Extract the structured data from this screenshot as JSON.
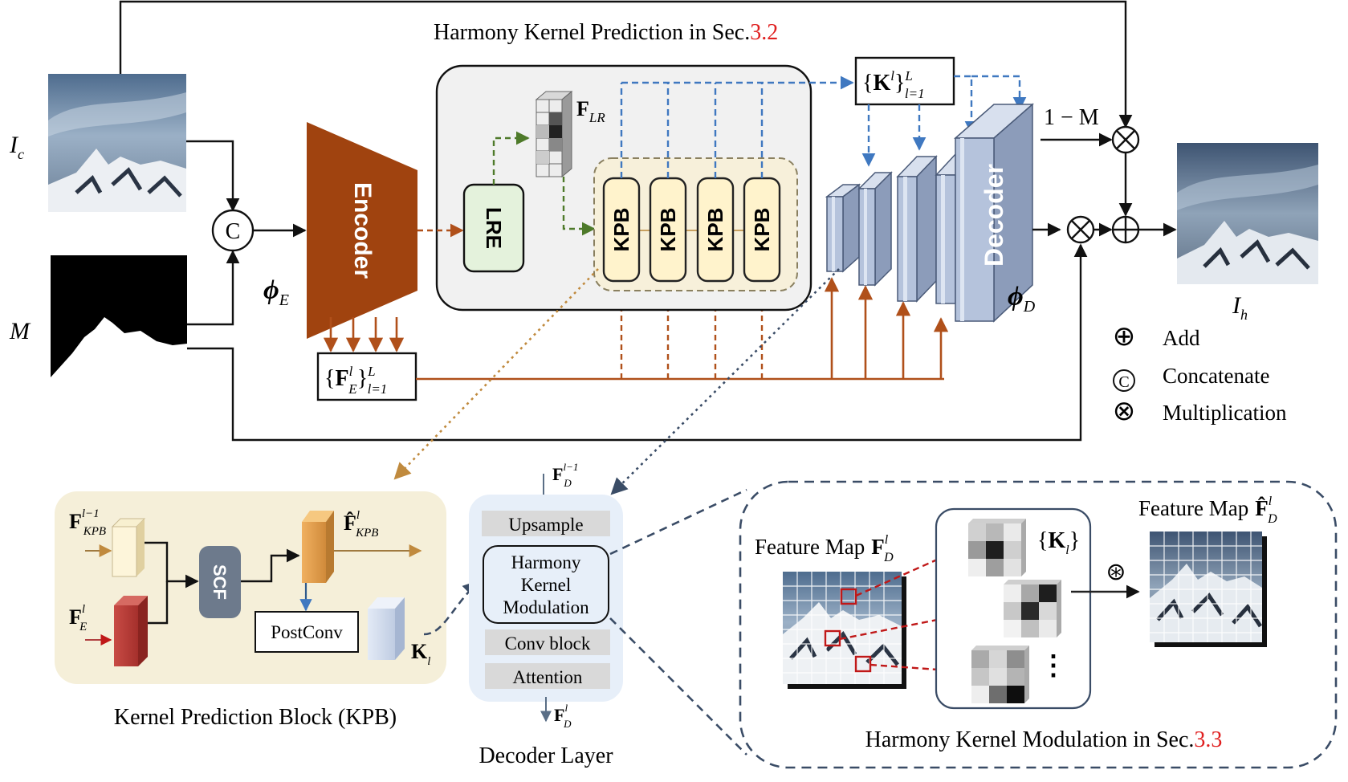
{
  "title_kernel_prediction": {
    "text": "Harmony Kernel Prediction in Sec.",
    "ref": "3.2"
  },
  "title_kernel_modulation": {
    "text": "Harmony Kernel Modulation in Sec.",
    "ref": "3.3"
  },
  "inputs": {
    "composite": "I",
    "composite_sub": "c",
    "mask": "M",
    "output": "I",
    "output_sub": "h",
    "one_minus_m": "1 − M"
  },
  "encoder": {
    "label": "Encoder",
    "symbol": "ϕ",
    "symbol_sub": "E"
  },
  "decoder": {
    "label": "Decoder",
    "symbol": "ϕ",
    "symbol_sub": "D"
  },
  "lre": {
    "label": "LRE"
  },
  "f_lr": {
    "main": "F",
    "sub": "LR"
  },
  "kpb_blocks": [
    "KPB",
    "KPB",
    "KPB",
    "KPB"
  ],
  "kernel_set": {
    "open": "{",
    "main": "K",
    "sup": "l",
    "close": "}",
    "sup2": "L",
    "sub2": "l=1"
  },
  "enc_features": {
    "open": "{",
    "main": "F",
    "sup": "l",
    "sub": "E",
    "close": "}",
    "sup2": "L",
    "sub2": "l=1"
  },
  "concat_symbol": "C",
  "legend": [
    {
      "symbol": "⊕",
      "label": "Add"
    },
    {
      "symbol": "C",
      "label": "Concatenate"
    },
    {
      "symbol": "⊗",
      "label": "Multiplication"
    }
  ],
  "kpb_detail": {
    "caption": "Kernel Prediction Block (KPB)",
    "in_kpb": {
      "main": "F",
      "sup": "l−1",
      "sub": "KPB"
    },
    "in_e": {
      "main": "F",
      "sup": "l",
      "sub": "E"
    },
    "scf": "SCF",
    "out": {
      "main": "F̂",
      "sup": "l",
      "sub": "KPB"
    },
    "postconv": "PostConv",
    "kernel": {
      "main": "K",
      "sub": "l"
    }
  },
  "decoder_layer": {
    "caption": "Decoder Layer",
    "in": {
      "main": "F",
      "sup": "l−1",
      "sub": "D"
    },
    "upsample": "Upsample",
    "hkm": [
      "Harmony",
      "Kernel",
      "Modulation"
    ],
    "conv": "Conv block",
    "attention": "Attention",
    "out": {
      "main": "F",
      "sup": "l",
      "sub": "D"
    }
  },
  "modulation_detail": {
    "feature_map": {
      "text": "Feature Map",
      "main": "F",
      "sup": "l",
      "sub": "D"
    },
    "kernels": {
      "open": "{",
      "main": "K",
      "sub": "l",
      "close": "}"
    },
    "conv_symbol": "⊛",
    "out_map": {
      "text": "Feature Map",
      "main": "F̂",
      "sup": "l",
      "sub": "D"
    },
    "ellipsis": "⋮"
  },
  "colors": {
    "encoder": "#A0430F",
    "brown_arrow": "#B0501A",
    "blue_dash": "#3F78C0",
    "green_dash": "#4E7A2A",
    "kpb_fill": "#FFF3CC",
    "lre_fill": "#E4F2DC",
    "decoder_fill": "#B5C3DC",
    "panel_gray": "#F1F1F1",
    "kpb_panel": "#F5EFD9",
    "decoder_layer_panel": "#E7EFF9",
    "scf_fill": "#6D7A8C",
    "ref_red": "#E02020"
  }
}
